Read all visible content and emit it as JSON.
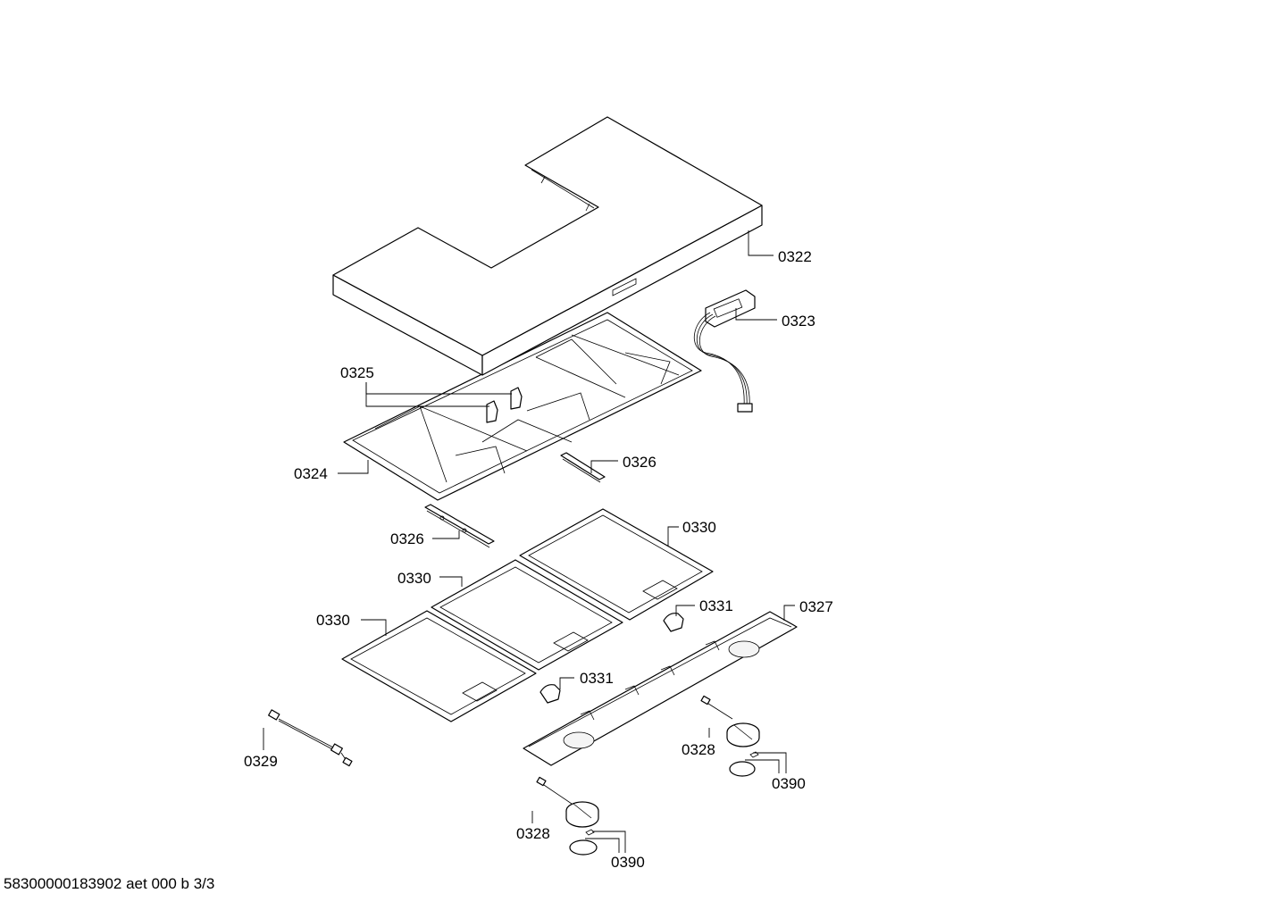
{
  "labels": {
    "p0322": "0322",
    "p0323": "0323",
    "p0325": "0325",
    "p0324": "0324",
    "p0326_right": "0326",
    "p0326_left": "0326",
    "p0330_right": "0330",
    "p0330_middle": "0330",
    "p0330_left": "0330",
    "p0331_upper": "0331",
    "p0331_lower": "0331",
    "p0327": "0327",
    "p0329": "0329",
    "p0328_right": "0328",
    "p0390_right": "0390",
    "p0328_bottom": "0328",
    "p0390_bottom": "0390"
  },
  "footer": {
    "drawing_id": "58300000183902 aet 000 b 3/3"
  }
}
